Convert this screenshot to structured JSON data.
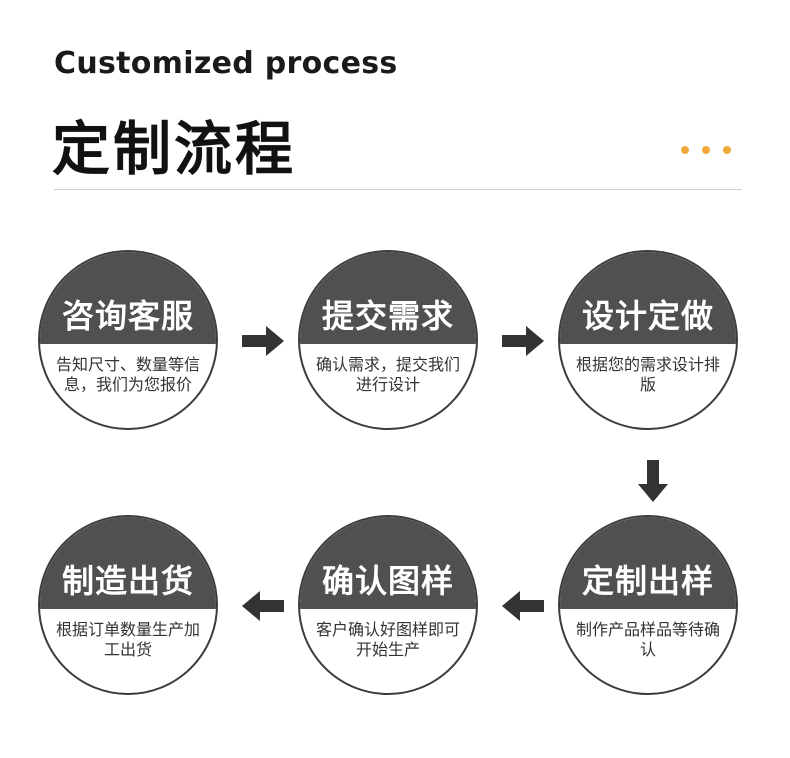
{
  "header": {
    "subtitle": "Customized process",
    "title": "定制流程",
    "dot_color": "#f2a93b"
  },
  "steps": [
    {
      "title": "咨询客服",
      "desc": "告知尺寸、数量等信息，我们为您报价"
    },
    {
      "title": "提交需求",
      "desc": "确认需求，提交我们进行设计"
    },
    {
      "title": "设计定做",
      "desc": "根据您的需求设计排版"
    },
    {
      "title": "定制出样",
      "desc": "制作产品样品等待确认"
    },
    {
      "title": "确认图样",
      "desc": "客户确认好图样即可开始生产"
    },
    {
      "title": "制造出货",
      "desc": "根据订单数量生产加工出货"
    }
  ],
  "colors": {
    "circle_top": "#505050",
    "circle_border": "#3c3c3c",
    "arrow": "#333333"
  }
}
